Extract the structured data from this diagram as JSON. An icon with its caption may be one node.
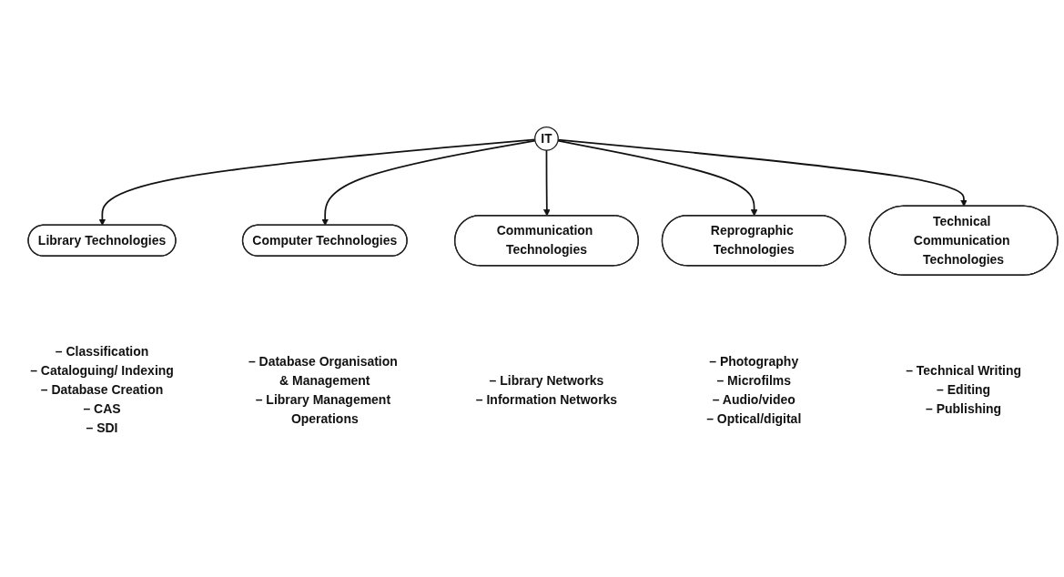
{
  "diagram": {
    "nodes": [
      {
        "text": [
          "IT"
        ]
      },
      {
        "text": [
          "Library Technologies"
        ],
        "beside": [
          "– Classification",
          "– Cataloguing/ Indexing",
          "– Database Creation",
          "– CAS",
          "– SDI"
        ]
      },
      {
        "text": [
          "Computer Technologies"
        ],
        "beside": [
          "– Database Organisation & Management",
          "– Library Management Operations"
        ]
      },
      {
        "text": [
          "Communication Technologies"
        ],
        "beside": [
          "– Library Networks",
          "– Information Networks"
        ]
      },
      {
        "text": [
          "Reprographic Technologies"
        ],
        "beside": [
          "– Photography",
          "– Microfilms",
          "– Audio/video",
          "– Optical/digital"
        ]
      },
      {
        "text": [
          "Technical Communication Technologies"
        ],
        "beside": [
          "– Technical Writing",
          "– Editing",
          "– Publishing"
        ]
      }
    ],
    "edges": [
      {
        "from": 0,
        "to": 1,
        "arrow": "to"
      },
      {
        "from": 0,
        "to": 2,
        "arrow": "to"
      },
      {
        "from": 0,
        "to": 3,
        "arrow": "to"
      },
      {
        "from": 0,
        "to": 4,
        "arrow": "to"
      },
      {
        "from": 0,
        "to": 5,
        "arrow": "to"
      }
    ]
  }
}
